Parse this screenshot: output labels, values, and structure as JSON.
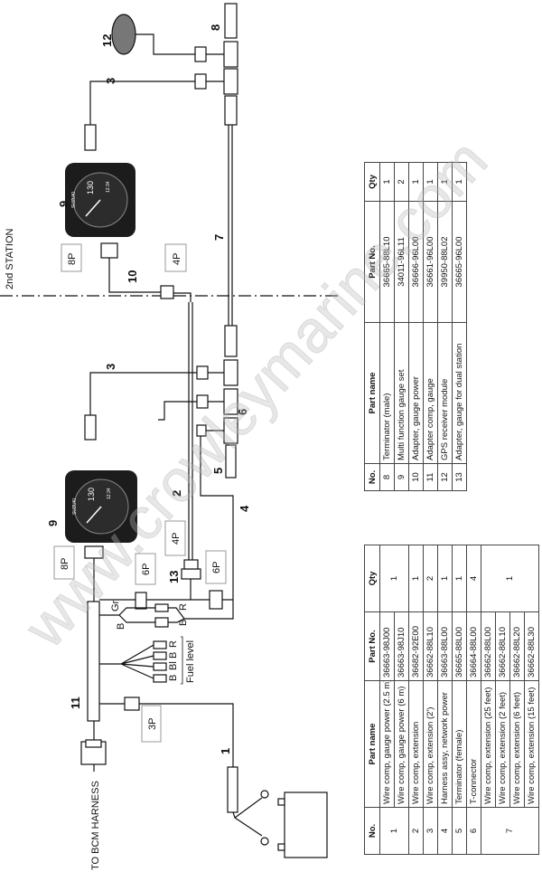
{
  "diagram": {
    "station_label": "2nd STATION",
    "bcm_label": "TO BCM HARNESS",
    "fuel_level_label": "Fuel level",
    "fuel_pins": [
      "B",
      "Bl",
      "B",
      "R"
    ],
    "wire_colors": {
      "gr": "Gr",
      "b1": "B",
      "b2": "B",
      "r": "R"
    },
    "connector_boxes": {
      "p8a": "8P",
      "p6a": "6P",
      "p4a": "4P",
      "p6b": "6P",
      "p3": "3P",
      "p8b": "8P",
      "p4b": "4P"
    },
    "callouts": {
      "c1": "1",
      "c2": "2",
      "c3a": "3",
      "c3b": "3",
      "c4": "4",
      "c5": "5",
      "c6": "6",
      "c7": "7",
      "c8": "8",
      "c9a": "9",
      "c9b": "9",
      "c10": "10",
      "c11": "11",
      "c12": "12",
      "c13": "13"
    },
    "gauge": {
      "brand": "SUZUKI",
      "speed": "130",
      "clock": "12:34"
    },
    "watermark": "www.crowleymarine.com"
  },
  "parts_table_left": {
    "headers": {
      "no": "No.",
      "name": "Part name",
      "part_no": "Part No.",
      "qty": "Qty"
    },
    "groups": [
      {
        "no": "1",
        "qty": "1",
        "items": [
          {
            "name": "Wire comp, gauge power (2.5 m)",
            "part_no": "36663-98J00"
          },
          {
            "name": "Wire comp, gauge power (6 m)",
            "part_no": "36663-98J10"
          }
        ]
      },
      {
        "no": "2",
        "qty": "1",
        "items": [
          {
            "name": "Wire comp, extension",
            "part_no": "36682-92E00"
          }
        ]
      },
      {
        "no": "3",
        "qty": "2",
        "items": [
          {
            "name": "Wire comp, extension (2')",
            "part_no": "36662-88L10"
          }
        ]
      },
      {
        "no": "4",
        "qty": "1",
        "items": [
          {
            "name": "Harness assy, network power",
            "part_no": "36663-88L00"
          }
        ]
      },
      {
        "no": "5",
        "qty": "1",
        "items": [
          {
            "name": "Terminator (female)",
            "part_no": "36665-88L00"
          }
        ]
      },
      {
        "no": "6",
        "qty": "4",
        "items": [
          {
            "name": "T-connector",
            "part_no": "36664-88L00"
          }
        ]
      },
      {
        "no": "7",
        "qty": "1",
        "items": [
          {
            "name": "Wire comp, extension (25 feet)",
            "part_no": "36662-88L00"
          },
          {
            "name": "Wire comp, extension (2 feet)",
            "part_no": "36662-88L10"
          },
          {
            "name": "Wire comp, extension (6 feet)",
            "part_no": "36662-88L20"
          },
          {
            "name": "Wire comp, extension (15 feet)",
            "part_no": "36662-88L30"
          }
        ]
      }
    ]
  },
  "parts_table_right": {
    "headers": {
      "no": "No.",
      "name": "Part name",
      "part_no": "Part No.",
      "qty": "Qty"
    },
    "rows": [
      {
        "no": "8",
        "name": "Terminator (male)",
        "part_no": "36665-88L10",
        "qty": "1"
      },
      {
        "no": "9",
        "name": "Multi function gauge set",
        "part_no": "34011-96L11",
        "qty": "2"
      },
      {
        "no": "10",
        "name": "Adapter, gauge power",
        "part_no": "36666-96L00",
        "qty": "1"
      },
      {
        "no": "11",
        "name": "Adapter comp, gauge",
        "part_no": "36661-96L00",
        "qty": "1"
      },
      {
        "no": "12",
        "name": "GPS receiver module",
        "part_no": "39950-88L02",
        "qty": "1"
      },
      {
        "no": "13",
        "name": "Adapter, gauge for dual station",
        "part_no": "36665-96L00",
        "qty": "1"
      }
    ]
  }
}
